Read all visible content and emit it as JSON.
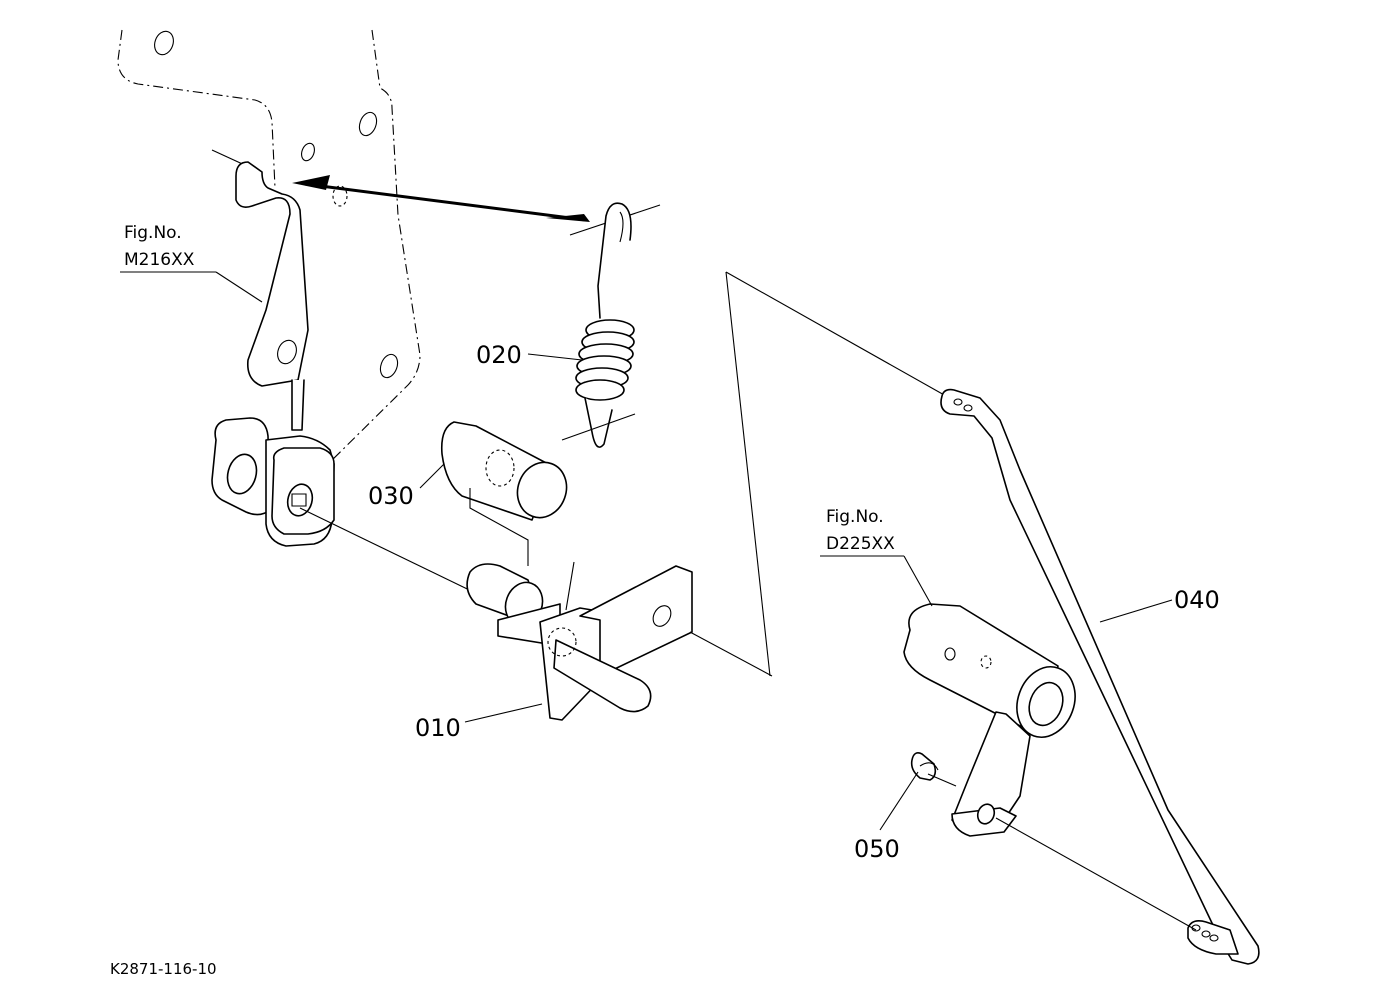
{
  "callouts": {
    "p010": "010",
    "p020": "020",
    "p030": "030",
    "p040": "040",
    "p050": "050"
  },
  "references": {
    "ref1_line1": "Fig.No.",
    "ref1_line2": "M216XX",
    "ref2_line1": "Fig.No.",
    "ref2_line2": "D225XX"
  },
  "drawing_code": "K2871-116-10"
}
